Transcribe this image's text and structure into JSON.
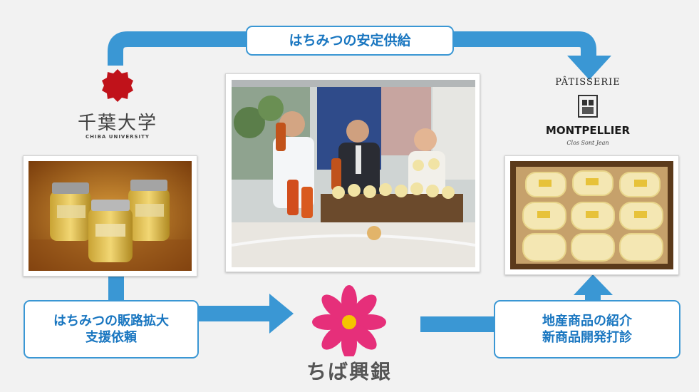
{
  "labels": {
    "top_supply": "はちみつの安定供給",
    "left_request_line1": "はちみつの販路拡大",
    "left_request_line2": "支援依頼",
    "right_intro_line1": "地産商品の紹介",
    "right_intro_line2": "新商品開発打診"
  },
  "chiba_university": {
    "name_ja": "千葉大学",
    "name_en": "CHIBA UNIVERSITY"
  },
  "montpellier": {
    "top": "PÂTISSERIE",
    "name": "MONTPELLIER",
    "signature": "Clos Sont Jean"
  },
  "chibakogin": {
    "name": "ちば興銀"
  },
  "colors": {
    "arrow": "#3a97d4",
    "label_text": "#1976c0",
    "chiba_red": "#c0121a",
    "kogin_pink": "#e62f7a",
    "kogin_center": "#f5c400"
  }
}
